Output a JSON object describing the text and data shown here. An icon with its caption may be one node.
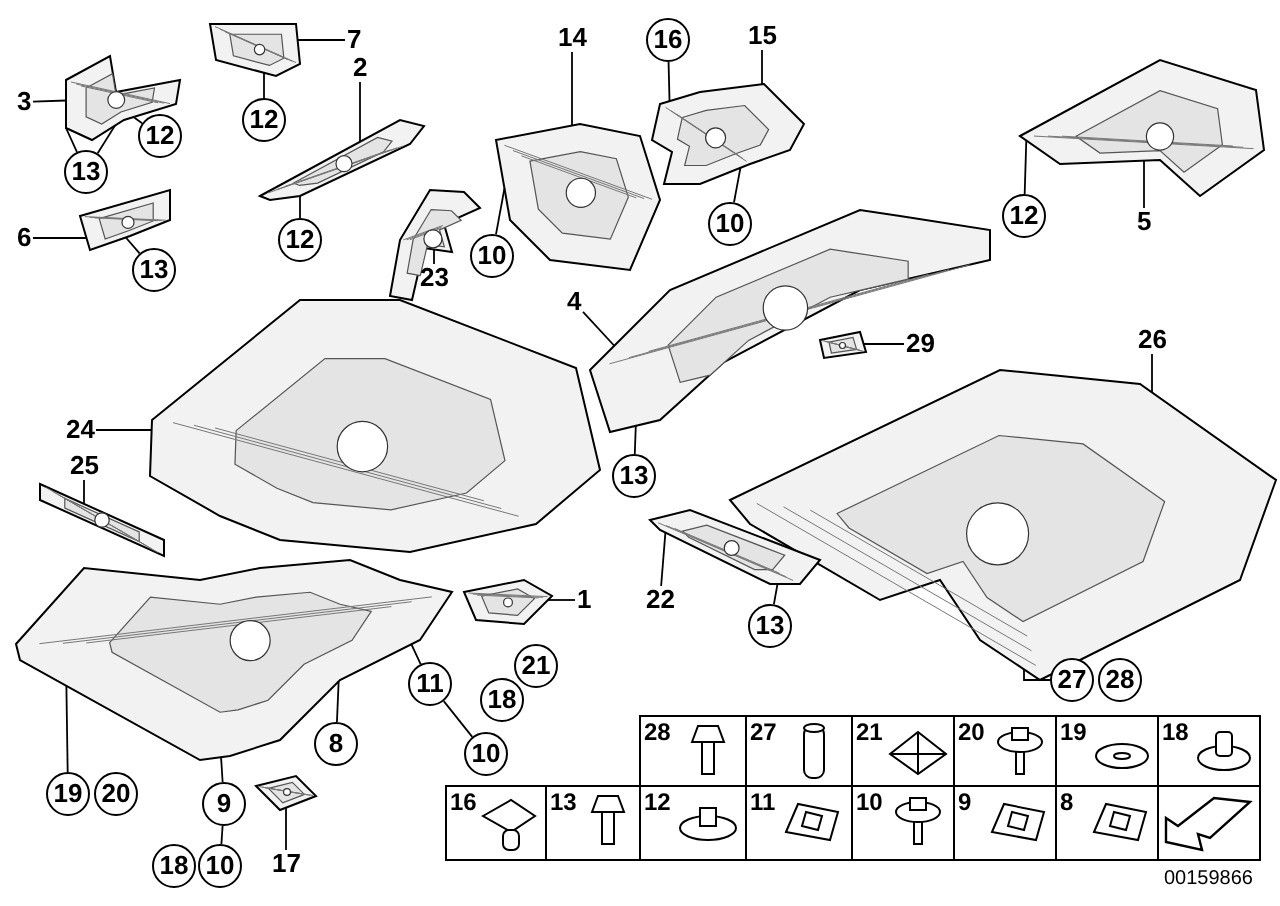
{
  "diagram": {
    "nodes": [
      {
        "text": [
          "3"
        ]
      },
      {
        "text": [
          "13"
        ]
      },
      {
        "text": [
          "12"
        ]
      },
      {
        "text": [
          "7"
        ]
      },
      {
        "text": [
          "12"
        ]
      },
      {
        "text": [
          "2"
        ]
      },
      {
        "text": [
          "12"
        ]
      },
      {
        "text": [
          "6"
        ]
      },
      {
        "text": [
          "13"
        ]
      },
      {
        "text": [
          "23"
        ]
      },
      {
        "text": [
          "14"
        ]
      },
      {
        "text": [
          "10"
        ]
      },
      {
        "text": [
          "16"
        ]
      },
      {
        "text": [
          "15"
        ]
      },
      {
        "text": [
          "10"
        ]
      },
      {
        "text": [
          "12"
        ]
      },
      {
        "text": [
          "5"
        ]
      },
      {
        "text": [
          "4"
        ]
      },
      {
        "text": [
          "29"
        ]
      },
      {
        "text": [
          "26"
        ]
      },
      {
        "text": [
          "24"
        ]
      },
      {
        "text": [
          "13"
        ]
      },
      {
        "text": [
          "25"
        ]
      },
      {
        "text": [
          "1"
        ]
      },
      {
        "text": [
          "22"
        ]
      },
      {
        "text": [
          "13"
        ]
      },
      {
        "text": [
          "21"
        ]
      },
      {
        "text": [
          "18"
        ]
      },
      {
        "text": [
          "11"
        ]
      },
      {
        "text": [
          "10"
        ]
      },
      {
        "text": [
          "8"
        ]
      },
      {
        "text": [
          "27"
        ]
      },
      {
        "text": [
          "28"
        ]
      },
      {
        "text": [
          "19"
        ]
      },
      {
        "text": [
          "20"
        ]
      },
      {
        "text": [
          "9"
        ]
      },
      {
        "text": [
          "18"
        ]
      },
      {
        "text": [
          "10"
        ]
      },
      {
        "text": [
          "17"
        ]
      },
      {
        "text": [],
        "shape": "picture"
      },
      {
        "text": [],
        "shape": "picture"
      },
      {
        "text": [],
        "shape": "picture"
      },
      {
        "text": [],
        "shape": "picture"
      },
      {
        "text": [],
        "shape": "picture"
      },
      {
        "text": [],
        "shape": "picture"
      },
      {
        "text": [],
        "shape": "picture"
      },
      {
        "text": [],
        "shape": "picture"
      },
      {
        "text": [],
        "shape": "picture"
      },
      {
        "text": [],
        "shape": "picture"
      },
      {
        "text": [],
        "shape": "picture"
      },
      {
        "text": [],
        "shape": "picture"
      },
      {
        "text": [],
        "shape": "picture"
      },
      {
        "text": [],
        "shape": "picture"
      },
      {
        "text": [],
        "shape": "picture"
      },
      {
        "text": [],
        "shape": "picture"
      },
      {
        "text": [],
        "shape": "picture"
      }
    ],
    "edges": [
      {
        "from": 0,
        "to": 39,
        "arrow": "none"
      },
      {
        "from": 1,
        "to": 39,
        "arrow": "none"
      },
      {
        "from": 1,
        "to": 39,
        "arrow": "none"
      },
      {
        "from": 2,
        "to": 39,
        "arrow": "none"
      },
      {
        "from": 3,
        "to": 40,
        "arrow": "none"
      },
      {
        "from": 4,
        "to": 40,
        "arrow": "none"
      },
      {
        "from": 5,
        "to": 41,
        "arrow": "none"
      },
      {
        "from": 6,
        "to": 41,
        "arrow": "none"
      },
      {
        "from": 7,
        "to": 42,
        "arrow": "none"
      },
      {
        "from": 8,
        "to": 42,
        "arrow": "none"
      },
      {
        "from": 9,
        "to": 43,
        "arrow": "none"
      },
      {
        "from": 10,
        "to": 44,
        "arrow": "none"
      },
      {
        "from": 11,
        "to": 44,
        "arrow": "none"
      },
      {
        "from": 12,
        "to": 45,
        "arrow": "none"
      },
      {
        "from": 13,
        "to": 45,
        "arrow": "none"
      },
      {
        "from": 14,
        "to": 45,
        "arrow": "none"
      },
      {
        "from": 15,
        "to": 46,
        "arrow": "none"
      },
      {
        "from": 16,
        "to": 46,
        "arrow": "none"
      },
      {
        "from": 17,
        "to": 47,
        "arrow": "none"
      },
      {
        "from": 18,
        "to": 48,
        "arrow": "none"
      },
      {
        "from": 19,
        "to": 49,
        "arrow": "none"
      },
      {
        "from": 20,
        "to": 50,
        "arrow": "none"
      },
      {
        "from": 21,
        "to": 47,
        "arrow": "none"
      },
      {
        "from": 22,
        "to": 51,
        "arrow": "none"
      },
      {
        "from": 23,
        "to": 53,
        "arrow": "none"
      },
      {
        "from": 24,
        "to": 54,
        "arrow": "none"
      },
      {
        "from": 25,
        "to": 54,
        "arrow": "none"
      },
      {
        "from": 28,
        "to": 52,
        "arrow": "none"
      },
      {
        "from": 28,
        "to": 29,
        "arrow": "none"
      },
      {
        "from": 30,
        "to": 52,
        "arrow": "none"
      },
      {
        "from": 31,
        "to": 49,
        "arrow": "none"
      },
      {
        "from": 33,
        "to": 52,
        "arrow": "none"
      },
      {
        "from": 35,
        "to": 52,
        "arrow": "none"
      },
      {
        "from": 35,
        "to": 37,
        "arrow": "none"
      },
      {
        "from": 38,
        "to": 55,
        "arrow": "none"
      }
    ],
    "labels": [
      "28",
      "27",
      "21",
      "20",
      "19",
      "18",
      "16",
      "13",
      "12",
      "11",
      "10",
      "9",
      "8",
      "00159866"
    ]
  }
}
